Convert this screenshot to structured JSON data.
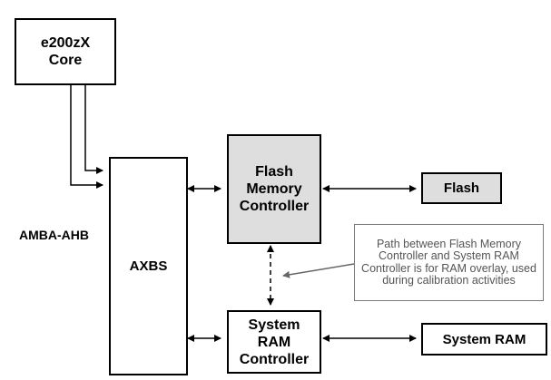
{
  "diagram": {
    "core": "e200zX\nCore",
    "bus_label": "AMBA-AHB",
    "axbs": "AXBS",
    "flash_controller": "Flash\nMemory\nController",
    "flash": "Flash",
    "sram_controller": "System\nRAM\nController",
    "sram": "System RAM",
    "note": "Path between Flash Memory Controller and System RAM Controller is for RAM overlay, used during calibration activities"
  }
}
